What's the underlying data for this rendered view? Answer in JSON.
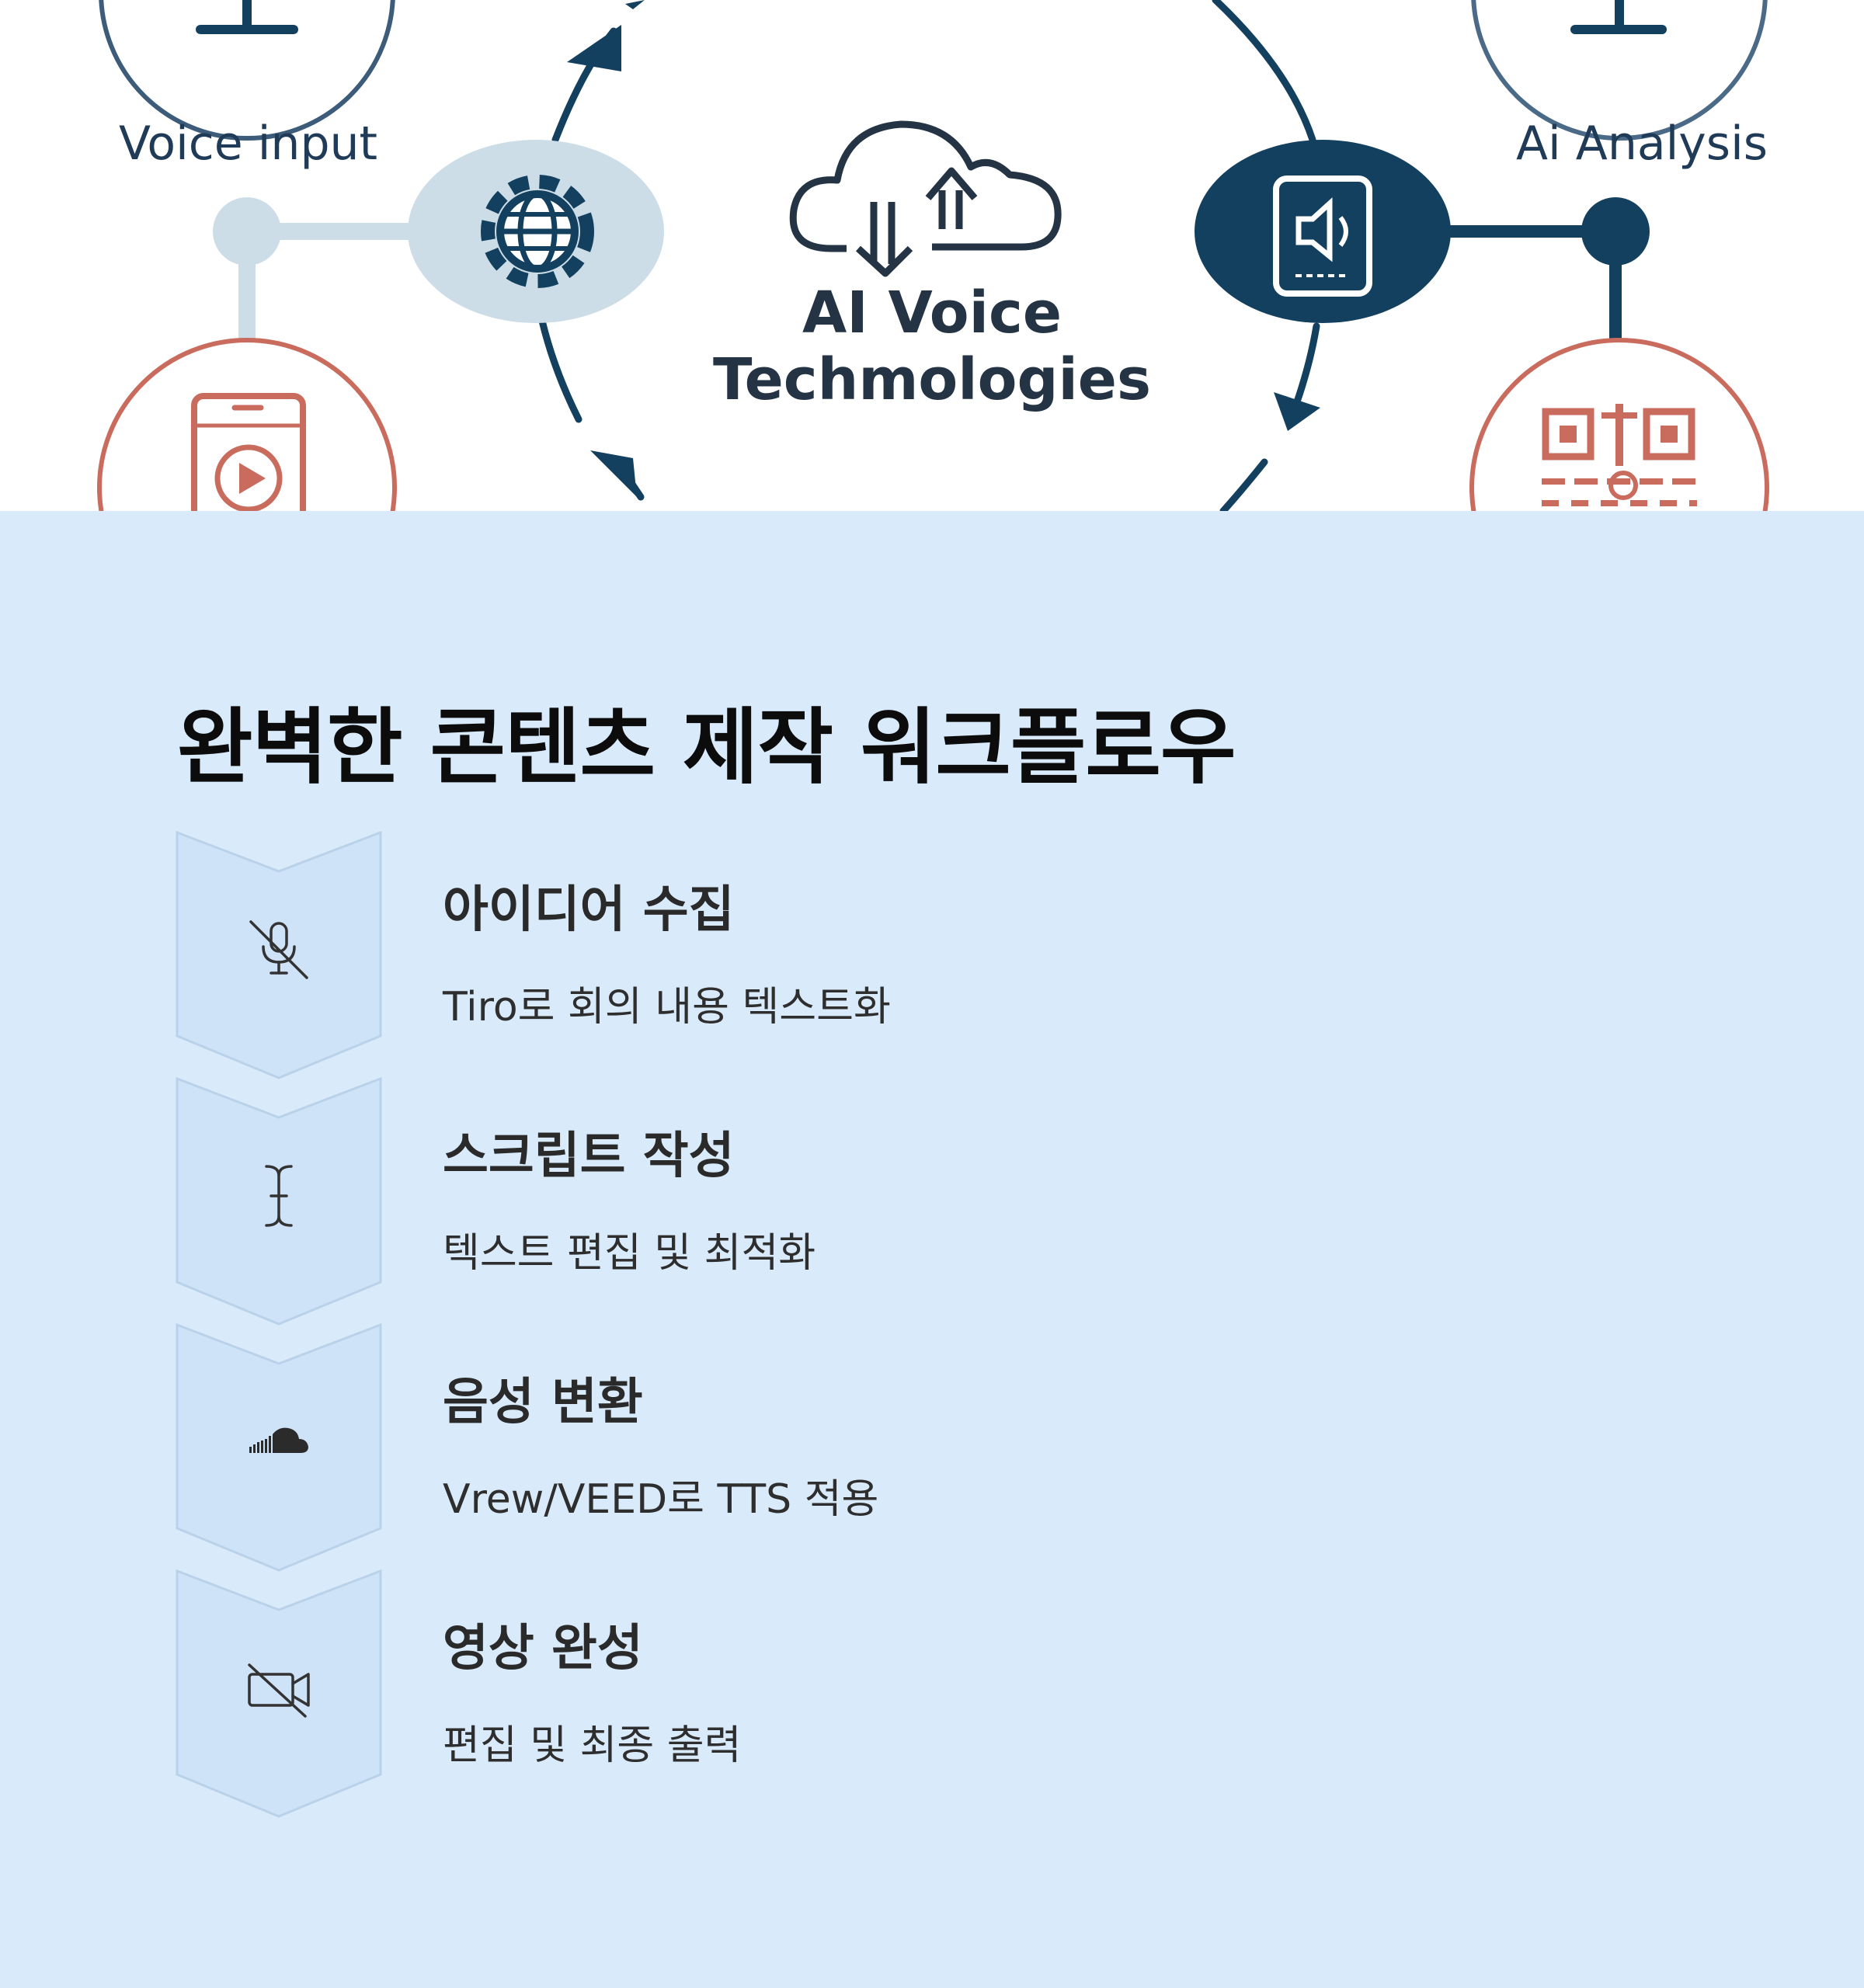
{
  "hero": {
    "title_line1": "AI Voice",
    "title_line2": "Techmologies",
    "labels": {
      "voice_input": "Voice input",
      "ai_analysis": "Ai Analysis"
    },
    "colors": {
      "navy": "#13405f",
      "red": "#c96b5d",
      "light_blue": "#cddde8"
    },
    "icons": [
      "microphone-icon",
      "globe-gear-icon",
      "cloud-upload-download-icon",
      "speaker-tablet-icon",
      "qr-code-icon",
      "video-phone-icon"
    ]
  },
  "workflow": {
    "title": "완벽한 콘텐츠 제작 워크플로우",
    "colors": {
      "background": "#d9eafa",
      "chevron_fill": "#cfe3f8",
      "chevron_stroke": "#b9d2ea"
    },
    "steps": [
      {
        "title": "아이디어 수집",
        "desc": "Tiro로 회의 내용 텍스트화",
        "icon": "mic-off-icon"
      },
      {
        "title": "스크립트 작성",
        "desc": "텍스트 편집 및 최적화",
        "icon": "text-cursor-icon"
      },
      {
        "title": "음성 변환",
        "desc": "Vrew/VEED로 TTS 적용",
        "icon": "soundcloud-icon"
      },
      {
        "title": "영상 완성",
        "desc": "편집 및 최종 출력",
        "icon": "video-off-icon"
      }
    ]
  }
}
